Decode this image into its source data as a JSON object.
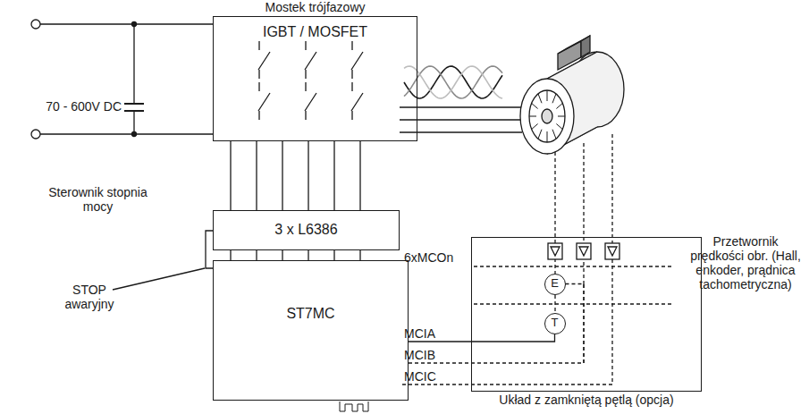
{
  "diagram": {
    "nodes": [
      {
        "text": [
          "Mostek trójfazowy",
          "IGBT / MOSFET"
        ]
      },
      {
        "text": [
          "3 x L6386"
        ]
      },
      {
        "text": [
          "ST7MC"
        ]
      },
      {
        "text": [
          "Układ z zamkniętą pętlą (opcja)"
        ]
      },
      {
        "text": [
          "E"
        ],
        "in": 3
      },
      {
        "text": [
          "T"
        ],
        "in": 3
      }
    ],
    "edges": [
      {
        "from": 1,
        "to": 0,
        "arrow": "none"
      },
      {
        "from": 2,
        "to": 1,
        "arrow": "none"
      },
      {
        "from": 5,
        "to": 2,
        "label": "MCIA",
        "arrow": "none"
      },
      {
        "from": 4,
        "to": 2,
        "label": "MCIB",
        "arrow": "none"
      }
    ],
    "labels": [
      "70 - 600V DC",
      "Sterownik stopnia mocy",
      "STOP awaryjny",
      "6xMCOn",
      "MCIC",
      "Przetwornik prędkości obr. (Hall, enkoder, prądnica tachometryczna)"
    ]
  }
}
